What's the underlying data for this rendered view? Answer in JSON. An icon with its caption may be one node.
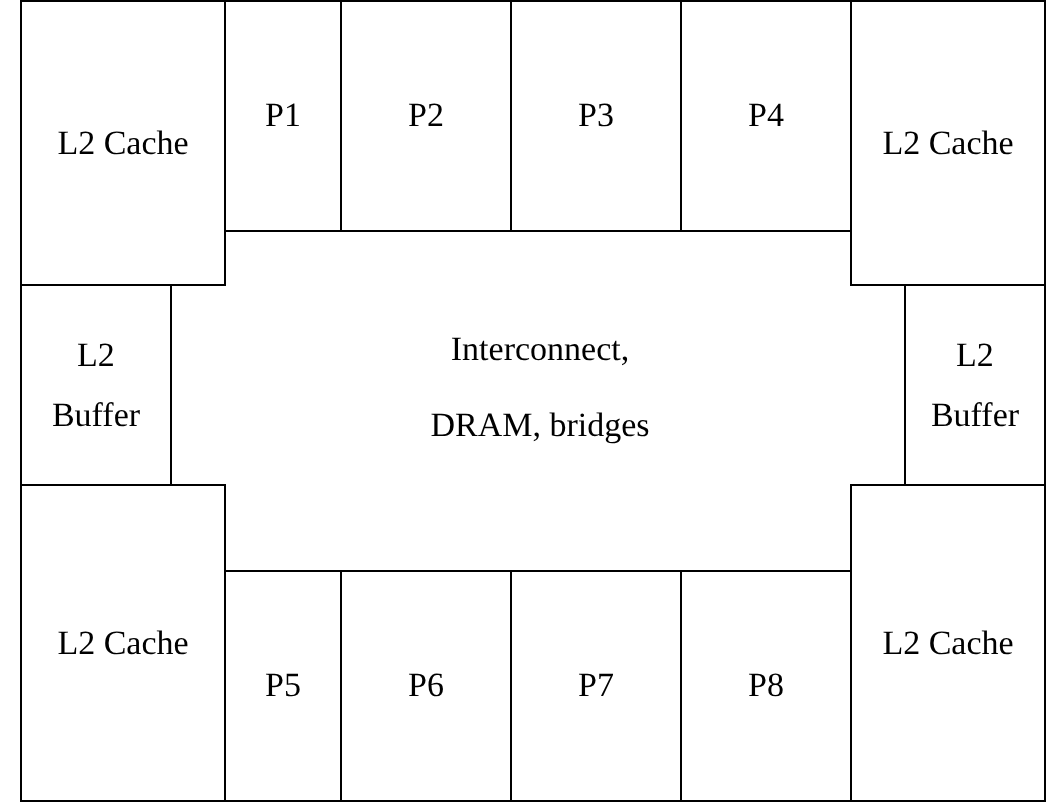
{
  "diagram": {
    "nodes": [
      {
        "text": [
          "Interconnect, DRAM, bridges"
        ]
      },
      {
        "text": [
          "L2 Cache"
        ],
        "in": 0
      },
      {
        "text": [
          "P1"
        ],
        "in": 0
      },
      {
        "text": [
          "P2"
        ],
        "in": 0
      },
      {
        "text": [
          "P3"
        ],
        "in": 0
      },
      {
        "text": [
          "P4"
        ],
        "in": 0
      },
      {
        "text": [
          "L2 Cache"
        ],
        "in": 0
      },
      {
        "text": [
          "L2 Buffer"
        ],
        "in": 0
      },
      {
        "text": [
          "L2 Buffer"
        ],
        "in": 0
      },
      {
        "text": [
          "L2 Cache"
        ],
        "in": 0
      },
      {
        "text": [
          "P5"
        ],
        "in": 0
      },
      {
        "text": [
          "P6"
        ],
        "in": 0
      },
      {
        "text": [
          "P7"
        ],
        "in": 0
      },
      {
        "text": [
          "P8"
        ],
        "in": 0
      },
      {
        "text": [
          "L2 Cache"
        ],
        "in": 0
      }
    ]
  }
}
